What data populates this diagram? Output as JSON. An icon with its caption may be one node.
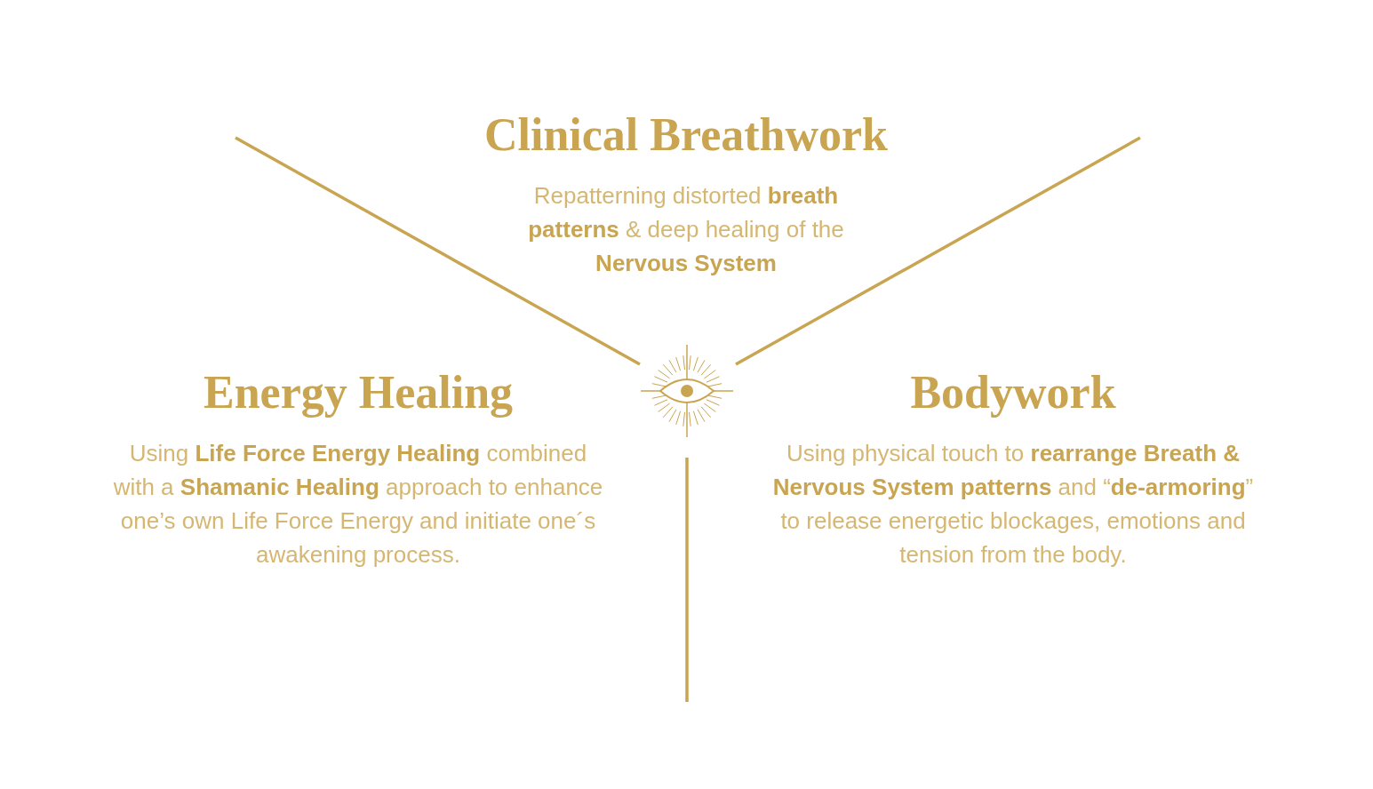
{
  "diagram": {
    "labels": [
      "Clinical Breathwork",
      "Repatterning distorted **breath patterns** & deep healing of the **Nervous System**",
      "Energy Healing",
      "Using **Life Force Energy Healing** combined with a **Shamanic Healing** approach to enhance one’s own Life Force Energy and initiate one´s awakening process.",
      "Bodywork",
      "Using physical touch to **rearrange Breath & Nervous System patterns** and “**de-armoring**” to release energetic blockages, emotions and tension from the body."
    ]
  }
}
